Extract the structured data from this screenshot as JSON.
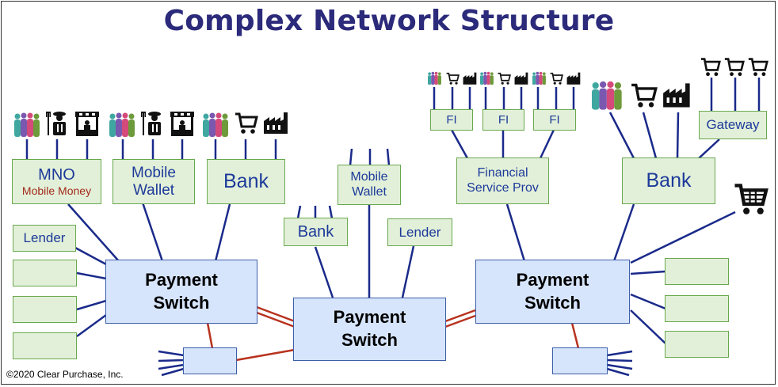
{
  "title": "Complex Network Structure",
  "copyright": "©2020 Clear Purchase, Inc.",
  "colors": {
    "title": "#2c2a7a",
    "participant_fill": "#e2f0d9",
    "participant_border": "#6aa84f",
    "switch_fill": "#d6e4fc",
    "switch_border": "#3d5fa8",
    "link_line": "#1a2a8a",
    "interswitch_line": "#b8321e",
    "money_text": "#a32a1a"
  },
  "switches": {
    "left": {
      "line1": "Payment",
      "line2": "Switch"
    },
    "center": {
      "line1": "Payment",
      "line2": "Switch"
    },
    "right": {
      "line1": "Payment",
      "line2": "Switch"
    }
  },
  "nodes": {
    "mno": {
      "label": "MNO",
      "sublabel": "Mobile Money"
    },
    "mobile_wallet_left": {
      "line1": "Mobile",
      "line2": "Wallet"
    },
    "bank_left": {
      "label": "Bank"
    },
    "lender_left": {
      "label": "Lender"
    },
    "bank_center": {
      "label": "Bank"
    },
    "mobile_wallet_center": {
      "line1": "Mobile",
      "line2": "Wallet"
    },
    "lender_center": {
      "label": "Lender"
    },
    "financial_service_provider": {
      "line1": "Financial",
      "line2": "Service Prov"
    },
    "fi_1": {
      "label": "FI"
    },
    "fi_2": {
      "label": "FI"
    },
    "fi_3": {
      "label": "FI"
    },
    "bank_right": {
      "label": "Bank"
    },
    "gateway": {
      "label": "Gateway"
    }
  },
  "icons": [
    "people-icon",
    "farmer-icon",
    "market-stall-icon",
    "shopping-cart-icon",
    "factory-icon"
  ]
}
